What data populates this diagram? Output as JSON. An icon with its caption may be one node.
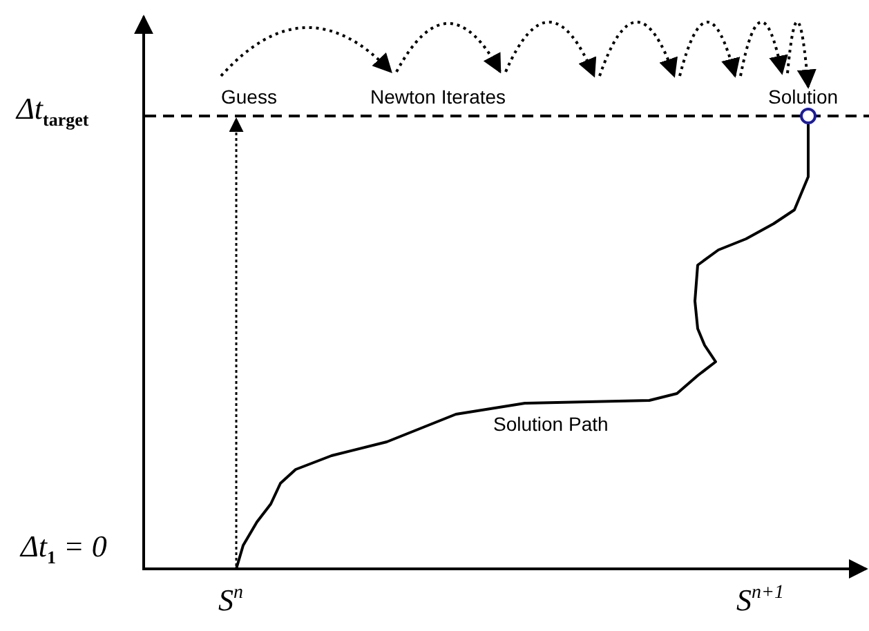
{
  "diagram": {
    "nodes": [
      {
        "text": [
          "Guess"
        ]
      },
      {
        "text": [],
        "shape": "circle",
        "beside": [
          "Solution"
        ]
      }
    ],
    "edges": [
      {
        "from": null,
        "to": 0,
        "arrow": "to",
        "style": "dashed"
      },
      {
        "from": 0,
        "to": 1,
        "arrow": "to",
        "style": "dashed"
      },
      {
        "from": null,
        "to": 1,
        "arrow": "none",
        "label": "Solution Path"
      }
    ],
    "labels": [
      "Δt$_{target}$",
      "Newton Iterates",
      "Δt$_{1}$ = 0",
      "S$^{n}$",
      "S$^{n+1}$"
    ]
  }
}
